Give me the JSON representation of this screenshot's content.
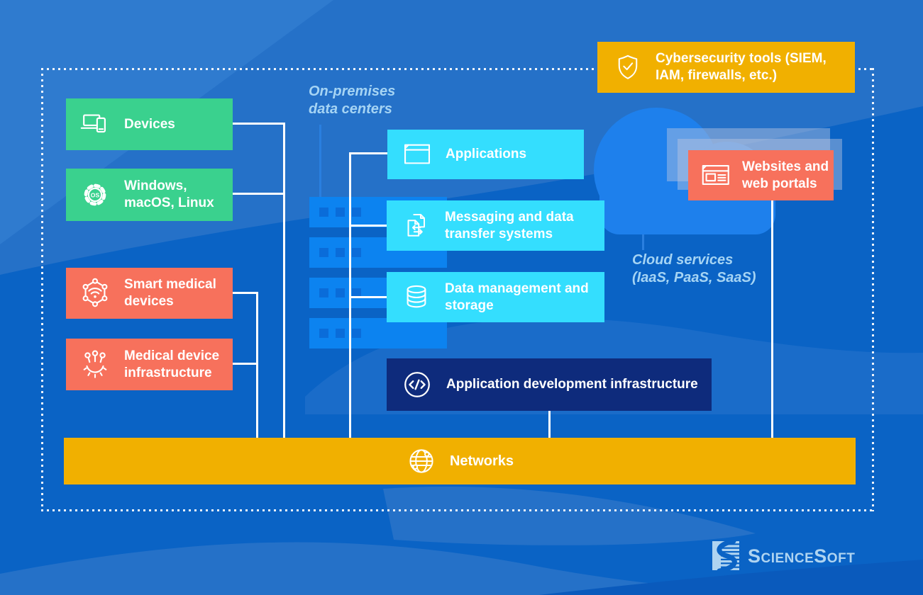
{
  "palette": {
    "bg-base": "#0A63C5",
    "bg-light": "#2571C8",
    "bg-lighter": "#2F7BCF",
    "bg-mid": "#1A6CC9",
    "bg-deep": "#0A5ABC",
    "green": "#3AD18E",
    "coral": "#F7715C",
    "cyan": "#34DEFE",
    "yellow": "#F1B000",
    "navy": "#0E2B7C",
    "cloud": "#1E80EC",
    "rack": "#0C83F0",
    "rack-slot": "#0A6CD9",
    "line": "#FFFFFF",
    "stub": "#2A7FDF",
    "label": "#A5D4F4",
    "logo": "#AFD4F1",
    "ghost": "rgba(186,198,224,0.45)"
  },
  "nodes": {
    "devices": "Devices",
    "operating_systems": "Windows, macOS, Linux",
    "smart_medical_devices": "Smart medical devices",
    "medical_device_infrastructure": "Medical device infrastructure",
    "cybersecurity_tools": "Cybersecurity tools (SIEM, IAM, firewalls, etc.)",
    "applications": "Applications",
    "messaging": "Messaging and data transfer systems",
    "data_management": "Data management and storage",
    "app_dev_infrastructure": "Application development infrastructure",
    "websites": "Websites and web portals",
    "networks": "Networks"
  },
  "annotations": {
    "on_premises": {
      "line1": "On-premises",
      "line2": "data centers"
    },
    "cloud_services": {
      "line1": "Cloud services",
      "line2": "(IaaS, PaaS, SaaS)"
    }
  },
  "logo": {
    "text": "ScienceSoft"
  }
}
